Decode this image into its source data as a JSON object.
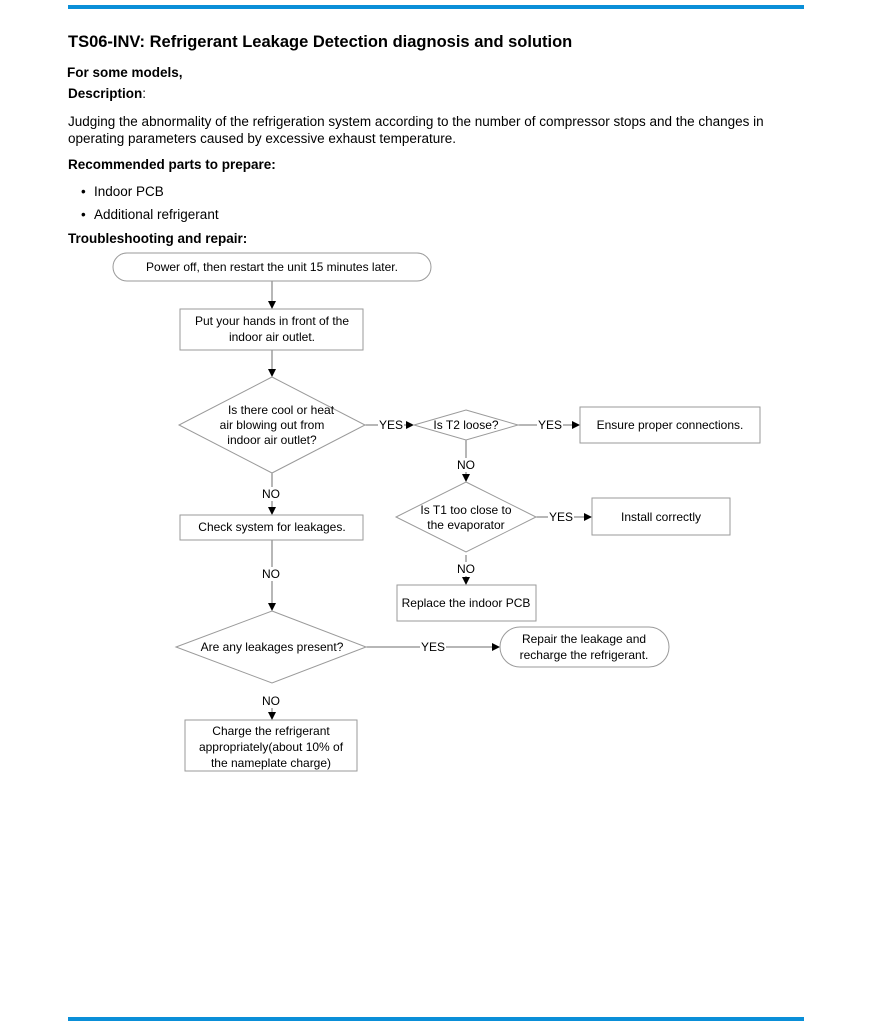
{
  "header": {
    "title": "TS06-INV: Refrigerant Leakage Detection diagnosis and solution",
    "models_note": "For some models,",
    "description_label": "Description",
    "description_colon": ":",
    "description_text": "Judging the abnormality of the refrigeration system according to the number of compressor stops and the changes in operating parameters caused by excessive exhaust temperature."
  },
  "parts": {
    "heading": "Recommended parts to prepare:",
    "items": [
      "Indoor PCB",
      "Additional refrigerant"
    ]
  },
  "troubleshooting": {
    "heading": "Troubleshooting and repair:"
  },
  "flowchart": {
    "start": "Power off, then restart the unit 15 minutes later.",
    "hands": [
      "Put your hands in front of the",
      "indoor air outlet."
    ],
    "q_air": [
      "Is there cool or heat",
      "air blowing out from",
      "indoor air outlet?"
    ],
    "q_t2": "Is T2 loose?",
    "ensure": "Ensure proper connections.",
    "q_t1": [
      "Is T1 too close to",
      "the evaporator"
    ],
    "install": "Install correctly",
    "replace": "Replace the indoor PCB",
    "check_leaks": "Check system for leakages.",
    "q_leaks": "Are any leakages present?",
    "repair": [
      "Repair the leakage and",
      "recharge the refrigerant."
    ],
    "charge": [
      "Charge the refrigerant",
      "appropriately(about 10% of",
      "the nameplate charge)"
    ],
    "yes": "YES",
    "no": "NO"
  },
  "colors": {
    "accent": "#0a8fd8"
  }
}
